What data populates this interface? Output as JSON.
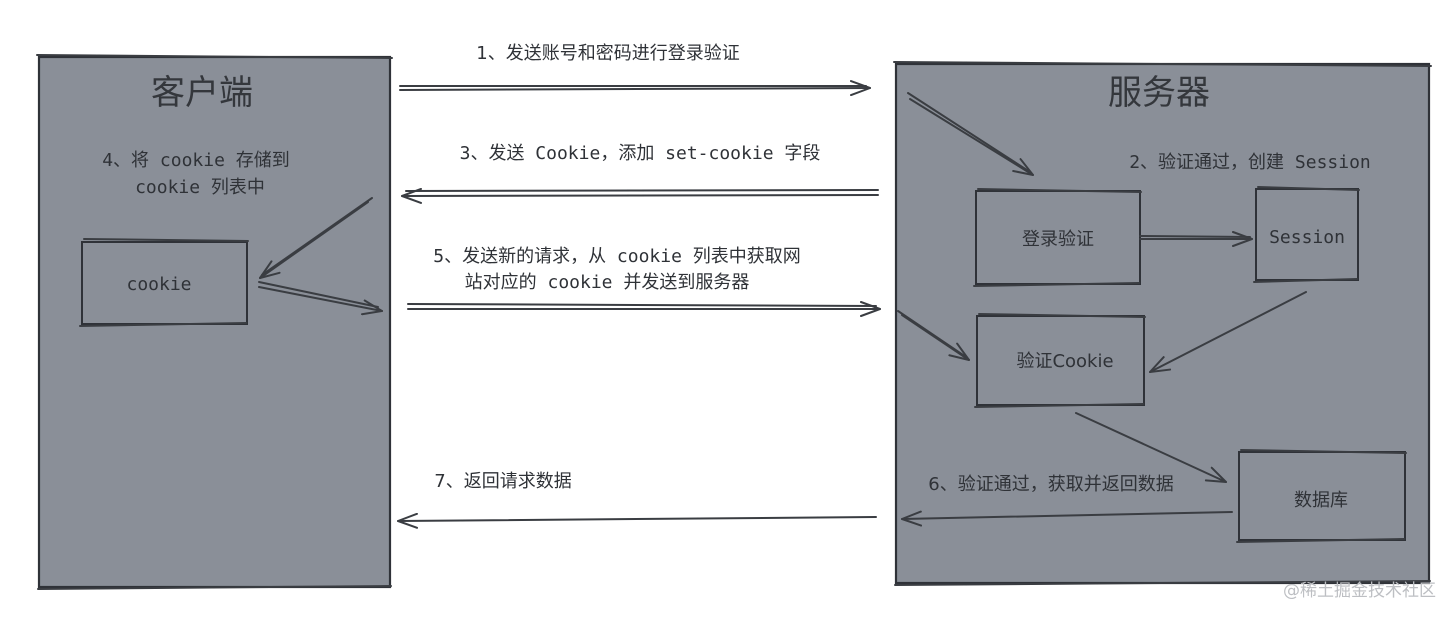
{
  "client": {
    "title": "客户端",
    "store_step_line1": "4、将 cookie 存储到",
    "store_step_line2": "cookie 列表中",
    "cookie_box": "cookie"
  },
  "server": {
    "title": "服务器",
    "create_session_step": "2、验证通过，创建 Session",
    "login_box": "登录验证",
    "session_box": "Session",
    "verify_cookie_box": "验证Cookie",
    "database_box": "数据库",
    "fetch_data_step": "6、验证通过，获取并返回数据"
  },
  "messages": {
    "step1": "1、发送账号和密码进行登录验证",
    "step3": "3、发送 Cookie，添加 set-cookie 字段",
    "step5_line1": "5、发送新的请求，从 cookie 列表中获取网",
    "step5_line2": "站对应的 cookie 并发送到服务器",
    "step7": "7、返回请求数据"
  },
  "watermark": "@稀土掘金技术社区",
  "colors": {
    "panel_fill": "#8a8f98",
    "stroke": "#2f3238",
    "background": "#ffffff"
  }
}
